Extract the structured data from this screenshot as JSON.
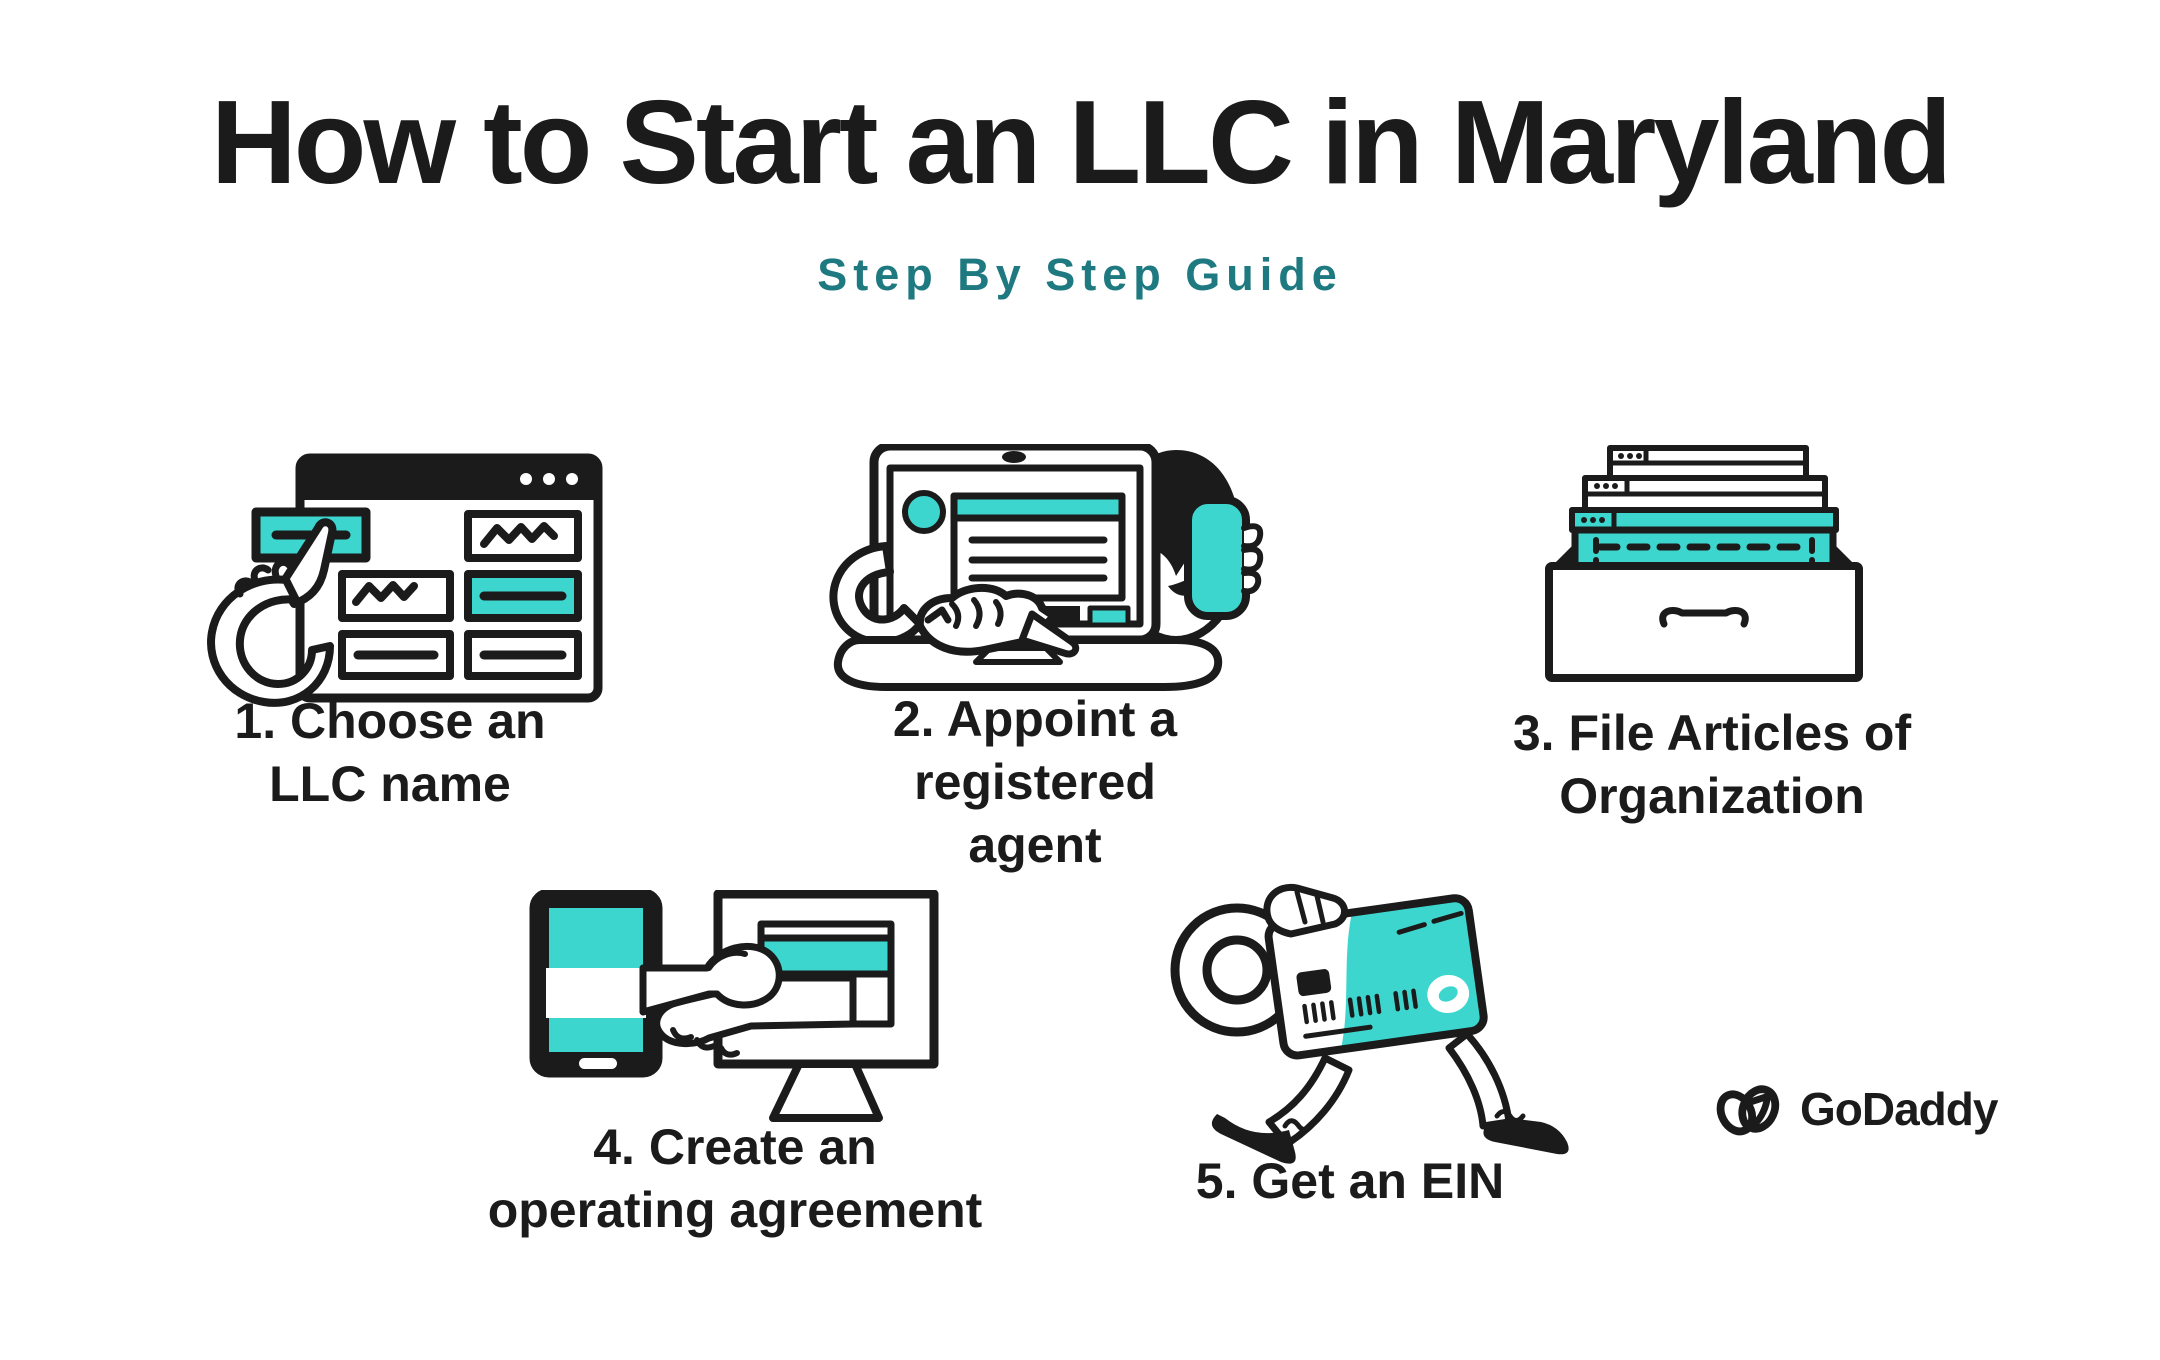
{
  "header": {
    "title": "How to Start an LLC in Maryland",
    "subtitle": "Step By Step Guide"
  },
  "steps": [
    {
      "number": "1",
      "label": "1. Choose an\nLLC name",
      "icon": "browser-window-hand-icon"
    },
    {
      "number": "2",
      "label": "2. Appoint a\nregistered\nagent",
      "icon": "laptop-agent-phone-icon"
    },
    {
      "number": "3",
      "label": "3. File Articles of\nOrganization",
      "icon": "document-drawer-icon"
    },
    {
      "number": "4",
      "label": "4. Create an\noperating agreement",
      "icon": "devices-handshake-icon"
    },
    {
      "number": "5",
      "label": "5. Get an EIN",
      "icon": "credit-card-courier-icon"
    }
  ],
  "branding": {
    "logo_text": "GoDaddy"
  },
  "colors": {
    "accent_teal": "#3DD6CE",
    "subtitle_teal": "#1E7A80",
    "ink": "#1B1B1B",
    "background": "#FFFFFF"
  }
}
